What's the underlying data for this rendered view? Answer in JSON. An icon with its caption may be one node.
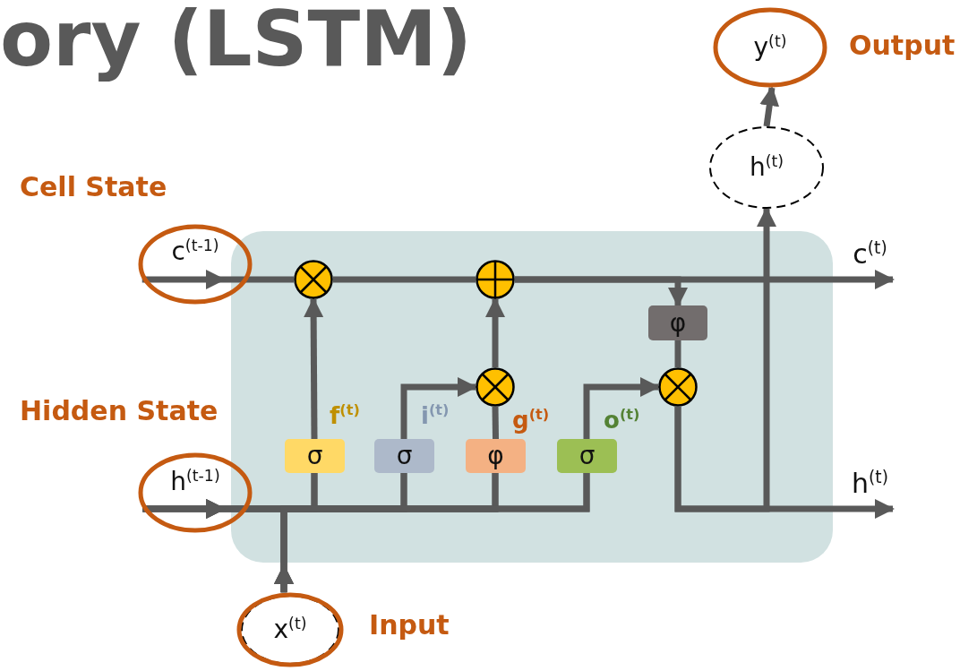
{
  "diagram": {
    "title": "ory (LSTM)",
    "nodes": [
      {
        "text": [],
        "shape": "box"
      },
      {
        "text": [
          "c$^{(t-1)}$"
        ]
      },
      {
        "text": [
          "h$^{(t-1)}$"
        ]
      },
      {
        "text": [
          "x$^{(t)}$"
        ],
        "beside": [
          "Input"
        ]
      },
      {
        "text": [
          "y$^{(t)}$"
        ],
        "beside": [
          "Output"
        ]
      },
      {
        "text": [
          "h$^{(t)}$"
        ]
      },
      {
        "text": [],
        "shape": "circle",
        "in": 0
      },
      {
        "text": [],
        "shape": "circle",
        "in": 0
      },
      {
        "text": [],
        "shape": "circle",
        "in": 0
      },
      {
        "text": [],
        "shape": "circle",
        "in": 0
      },
      {
        "text": [
          "σ"
        ],
        "beside": [
          "f$^{(t)}$"
        ],
        "in": 0
      },
      {
        "text": [
          "σ"
        ],
        "beside": [
          "i$^{(t)}$"
        ],
        "in": 0
      },
      {
        "text": [
          "φ"
        ],
        "beside": [
          "g$^{(t)}$"
        ],
        "in": 0
      },
      {
        "text": [
          "σ"
        ],
        "beside": [
          "o$^{(t)}$"
        ],
        "in": 0
      },
      {
        "text": [
          "φ"
        ],
        "in": 0
      },
      {
        "text": [
          "c$^{(t)}$"
        ]
      },
      {
        "text": [
          "h$^{(t)}$"
        ]
      }
    ],
    "edges": [
      {
        "from": 1,
        "to": 6,
        "arrow": "to"
      },
      {
        "from": 6,
        "to": 7,
        "arrow": "none"
      },
      {
        "from": 7,
        "to": 15,
        "arrow": "to"
      },
      {
        "from": 7,
        "to": 14,
        "arrow": "to"
      },
      {
        "from": 2,
        "to": 10,
        "arrow": "to"
      },
      {
        "from": 2,
        "to": 11,
        "arrow": "to"
      },
      {
        "from": 2,
        "to": 12,
        "arrow": "to"
      },
      {
        "from": 2,
        "to": 13,
        "arrow": "to"
      },
      {
        "from": 3,
        "to": 10,
        "arrow": "to"
      },
      {
        "from": 3,
        "to": 11,
        "arrow": "to"
      },
      {
        "from": 3,
        "to": 12,
        "arrow": "to"
      },
      {
        "from": 3,
        "to": 13,
        "arrow": "to"
      },
      {
        "from": 10,
        "to": 6,
        "arrow": "to"
      },
      {
        "from": 11,
        "to": 8,
        "arrow": "to"
      },
      {
        "from": 12,
        "to": 8,
        "arrow": "none"
      },
      {
        "from": 8,
        "to": 7,
        "arrow": "to"
      },
      {
        "from": 13,
        "to": 9,
        "arrow": "to"
      },
      {
        "from": 14,
        "to": 9,
        "arrow": "none"
      },
      {
        "from": 9,
        "to": 16,
        "arrow": "to"
      },
      {
        "from": 9,
        "to": 5,
        "arrow": "to"
      },
      {
        "from": 5,
        "to": 4,
        "arrow": "to"
      }
    ],
    "labels": [
      "Cell State",
      "Hidden State"
    ]
  }
}
